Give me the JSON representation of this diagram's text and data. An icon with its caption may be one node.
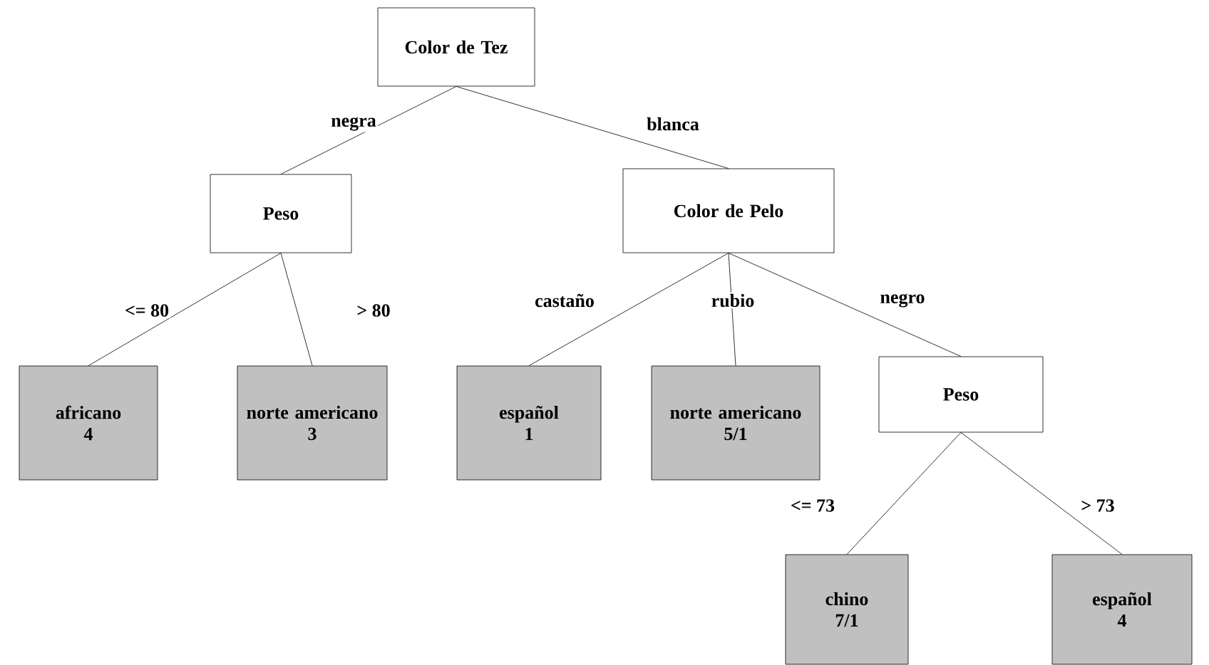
{
  "diagram": {
    "nodes": [
      {
        "text": [
          "Color de Tez"
        ]
      },
      {
        "text": [
          "Peso"
        ]
      },
      {
        "text": [
          "Color de Pelo"
        ]
      },
      {
        "text": [
          "africano",
          "4"
        ]
      },
      {
        "text": [
          "norte americano",
          "3"
        ]
      },
      {
        "text": [
          "español",
          "1"
        ]
      },
      {
        "text": [
          "norte americano",
          "5/1"
        ]
      },
      {
        "text": [
          "Peso"
        ]
      },
      {
        "text": [
          "chino",
          "7/1"
        ]
      },
      {
        "text": [
          "español",
          "4"
        ]
      }
    ],
    "edges": [
      {
        "from": 0,
        "to": 1,
        "arrow": "none",
        "label": "negra"
      },
      {
        "from": 0,
        "to": 2,
        "arrow": "none",
        "label": "blanca"
      },
      {
        "from": 1,
        "to": 3,
        "arrow": "none",
        "label": "<= 80"
      },
      {
        "from": 1,
        "to": 4,
        "arrow": "none",
        "label": "> 80"
      },
      {
        "from": 2,
        "to": 5,
        "arrow": "none",
        "label": "castaño"
      },
      {
        "from": 2,
        "to": 6,
        "arrow": "none",
        "label": "rubio"
      },
      {
        "from": 2,
        "to": 7,
        "arrow": "none",
        "label": "negro"
      },
      {
        "from": 7,
        "to": 8,
        "arrow": "none",
        "label": "<= 73"
      },
      {
        "from": 7,
        "to": 9,
        "arrow": "none",
        "label": "> 73"
      }
    ]
  }
}
